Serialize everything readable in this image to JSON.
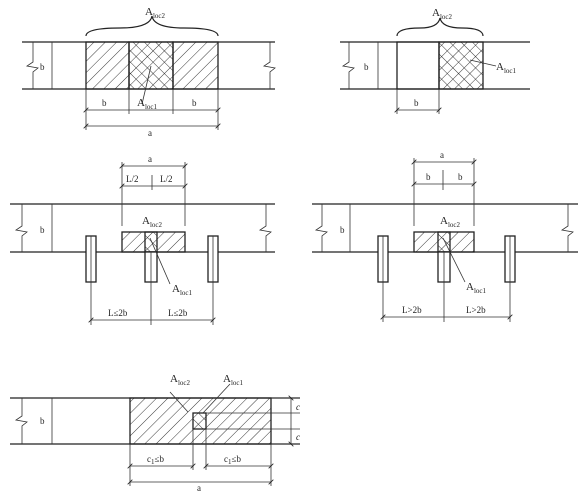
{
  "panel1": {
    "a_loc2": "A",
    "a_loc2_sub": "loc2",
    "a_loc1": "A",
    "a_loc1_sub": "loc1",
    "b_height": "b",
    "b_left": "b",
    "b_right": "b",
    "a_width": "a"
  },
  "panel2": {
    "a_loc2": "A",
    "a_loc2_sub": "loc2",
    "a_loc1": "A",
    "a_loc1_sub": "loc1",
    "b_height": "b",
    "b_bottom": "b"
  },
  "panel3": {
    "a_top": "a",
    "l_half_left": "L/2",
    "l_half_right": "L/2",
    "a_loc2": "A",
    "a_loc2_sub": "loc2",
    "a_loc1": "A",
    "a_loc1_sub": "loc1",
    "b_height": "b",
    "l_left": "L≤2b",
    "l_right": "L≤2b"
  },
  "panel4": {
    "a_top": "a",
    "b_left": "b",
    "b_right": "b",
    "a_loc2": "A",
    "a_loc2_sub": "loc2",
    "a_loc1": "A",
    "a_loc1_sub": "loc1",
    "b_height": "b",
    "l_left": "L>2b",
    "l_right": "L>2b"
  },
  "panel5": {
    "a_loc2": "A",
    "a_loc2_sub": "loc2",
    "a_loc1": "A",
    "a_loc1_sub": "loc1",
    "b_height": "b",
    "c_top": "c",
    "c_side": "c",
    "c_left": "c",
    "c_left_sub": "1",
    "c_left_rel": "≤b",
    "c_right": "c",
    "c_right_sub": "1",
    "c_right_rel": "≤b",
    "a_width": "a"
  }
}
